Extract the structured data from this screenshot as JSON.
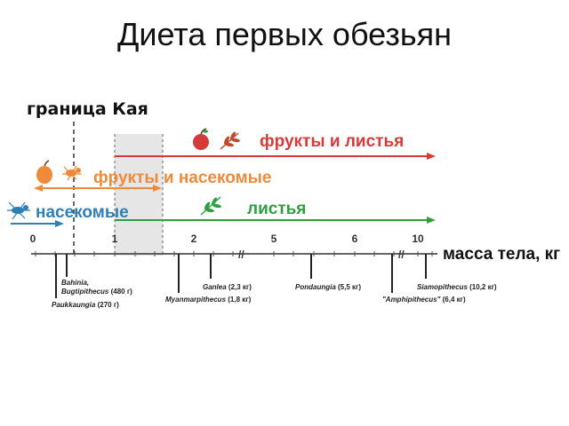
{
  "title": "Диета первых обезьян",
  "kay_boundary_label": "граница Кая",
  "diet_ranges": [
    {
      "label": "фрукты и листья",
      "color": "#d63b3b",
      "icons": [
        "apple-icon",
        "leaf-icon"
      ]
    },
    {
      "label": "фрукты и насекомые",
      "color": "#ef8a3a",
      "icons": [
        "apple-icon",
        "insect-icon"
      ]
    },
    {
      "label": "насекомые",
      "color": "#2f7fb6",
      "icons": [
        "insect-icon"
      ]
    },
    {
      "label": "листья",
      "color": "#2e9e3e",
      "icons": [
        "leaf-icon"
      ]
    }
  ],
  "axis": {
    "title": "масса тела, кг",
    "ticks": [
      "0",
      "1",
      "2",
      "5",
      "6",
      "10"
    ],
    "break_marks": [
      "//",
      "//"
    ]
  },
  "species": [
    {
      "name": "Bahinia,",
      "name2": "Bugtipithecus",
      "mass": "(480 г)"
    },
    {
      "name": "Paukkaungia",
      "mass": "(270 г)"
    },
    {
      "name": "Myanmarpithecus",
      "mass": "(1,8 кг)"
    },
    {
      "name": "Ganlea",
      "mass": "(2,3 кг)"
    },
    {
      "name": "Pondaungia",
      "mass": "(5,5 кг)"
    },
    {
      "name": "\"Amphipithecus\"",
      "mass": "(6,4 кг)"
    },
    {
      "name": "Siamopithecus",
      "mass": "(10,2 кг)"
    }
  ]
}
